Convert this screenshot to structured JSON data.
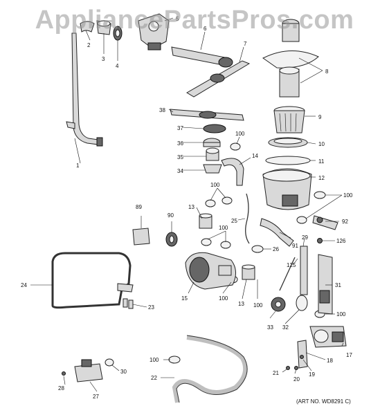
{
  "watermark": "AppliancePartsPros.com",
  "art_number": "(ART NO. WD8291 C)",
  "callouts": {
    "c1": "1",
    "c2": "2",
    "c3": "3",
    "c4": "4",
    "c5": "5",
    "c6": "6",
    "c7": "7",
    "c8": "8",
    "c9": "9",
    "c10": "10",
    "c11": "11",
    "c12": "12",
    "c13a": "13",
    "c13b": "13",
    "c14": "14",
    "c15": "15",
    "c17": "17",
    "c18": "18",
    "c19": "19",
    "c20": "20",
    "c21": "21",
    "c22": "22",
    "c23": "23",
    "c24": "24",
    "c25": "25",
    "c26": "26",
    "c27": "27",
    "c28": "28",
    "c29": "29",
    "c30": "30",
    "c31": "31",
    "c32": "32",
    "c33": "33",
    "c34": "34",
    "c35": "35",
    "c36": "36",
    "c37": "37",
    "c38": "38",
    "c89": "89",
    "c90": "90",
    "c91": "91",
    "c92": "92",
    "c125": "125",
    "c126": "126",
    "c100a": "100",
    "c100b": "100",
    "c100c": "100",
    "c100d": "100",
    "c100e": "100",
    "c100f": "100",
    "c100g": "100",
    "c100h": "100"
  }
}
